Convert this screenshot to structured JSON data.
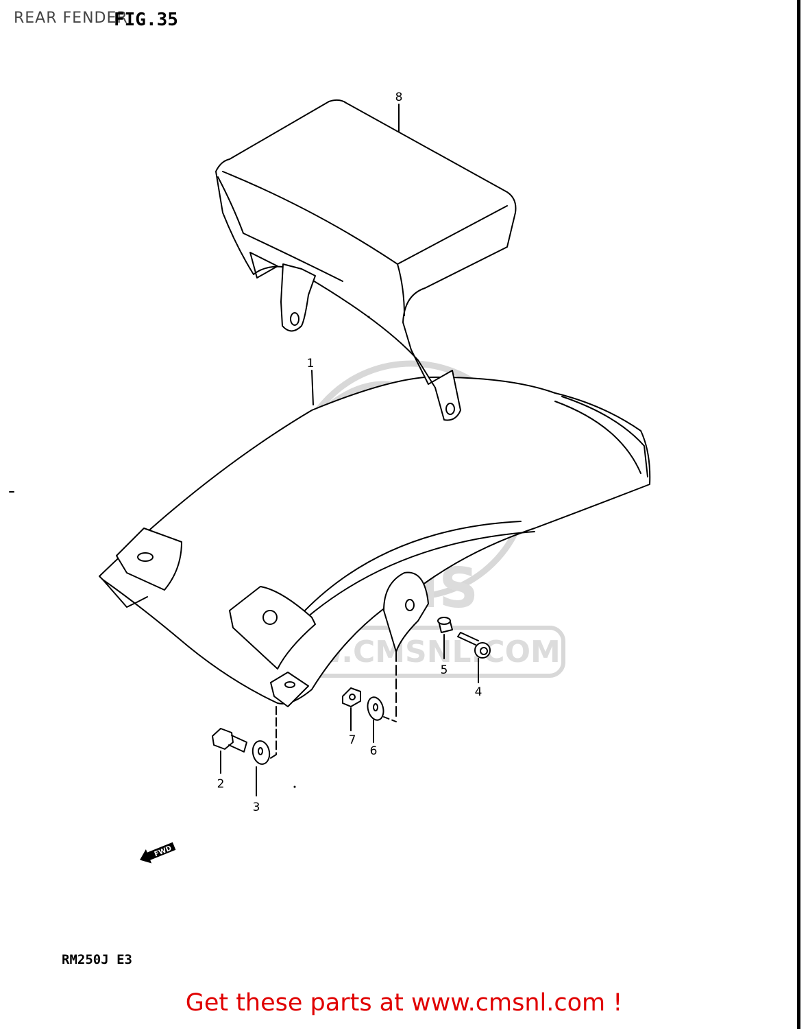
{
  "header": {
    "section_title": "REAR FENDER",
    "figure_label": "FIG.35"
  },
  "diagram": {
    "fwd_arrow_label": "FWD",
    "watermark_text": "WWW.CMSNL.COM",
    "watermark_logo_text": "CMS",
    "callouts": [
      {
        "number": "8"
      },
      {
        "number": "1"
      },
      {
        "number": "5"
      },
      {
        "number": "4"
      },
      {
        "number": "7"
      },
      {
        "number": "6"
      },
      {
        "number": "2"
      },
      {
        "number": "3"
      }
    ]
  },
  "footer": {
    "model_code": "RM250J  E3",
    "promo_text": "Get these parts at www.cmsnl.com !"
  },
  "colors": {
    "line_art": "#000000",
    "promo_red": "#e00000",
    "watermark_grey": "#d8d8d8"
  }
}
